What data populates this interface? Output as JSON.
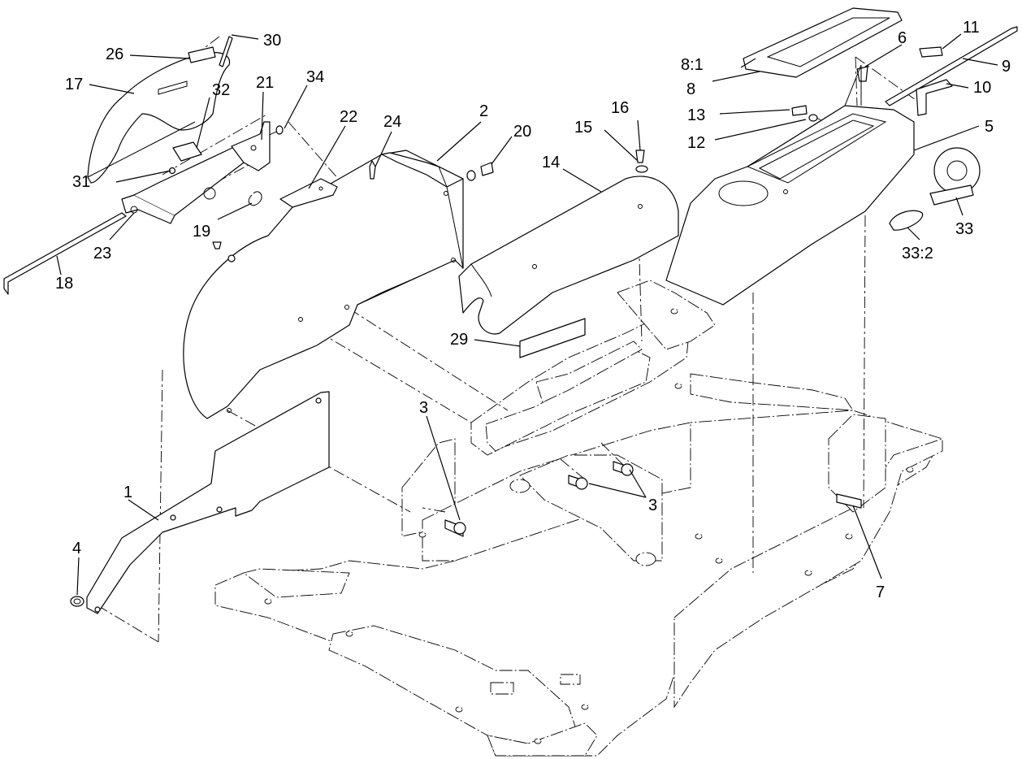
{
  "callouts": {
    "c1": "1",
    "c2": "2",
    "c3a": "3",
    "c3b": "3",
    "c4": "4",
    "c5": "5",
    "c6": "6",
    "c7": "7",
    "c8": "8",
    "c81": "8:1",
    "c9": "9",
    "c10": "10",
    "c11": "11",
    "c12": "12",
    "c13": "13",
    "c14": "14",
    "c15": "15",
    "c16": "16",
    "c17": "17",
    "c18": "18",
    "c19": "19",
    "c20": "20",
    "c21": "21",
    "c22": "22",
    "c23": "23",
    "c24": "24",
    "c26": "26",
    "c29": "29",
    "c30": "30",
    "c31": "31",
    "c32": "32",
    "c33": "33",
    "c332": "33:2",
    "c34": "34"
  }
}
